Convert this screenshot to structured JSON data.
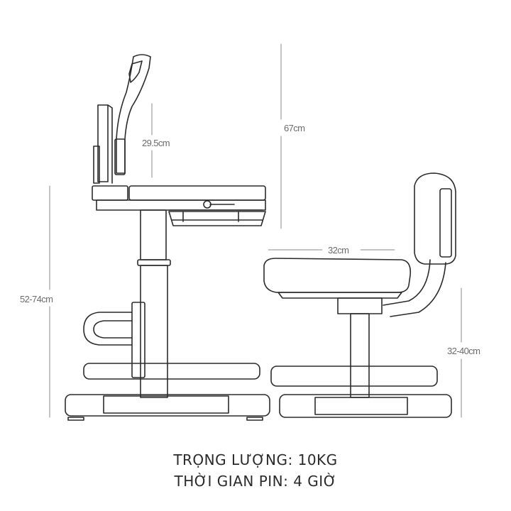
{
  "dimensions": {
    "backrest_height": "67cm",
    "lamp_height": "29.5cm",
    "desk_height": "52-74cm",
    "seat_width": "32cm",
    "seat_height": "32-40cm"
  },
  "caption": {
    "weight": "TRỌNG LƯỢNG: 10KG",
    "battery": "THỜI GIAN PIN: 4 GIỜ"
  }
}
